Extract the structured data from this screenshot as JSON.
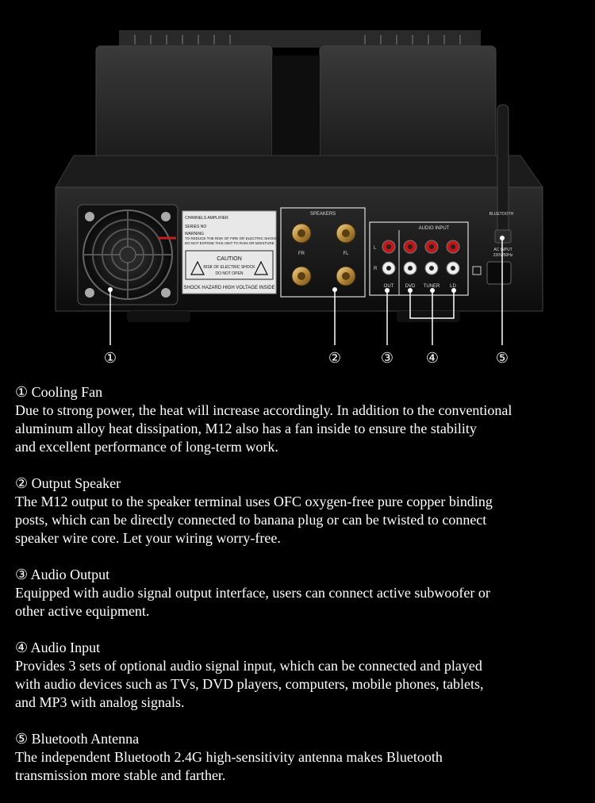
{
  "panel": {
    "label_channels": "CHANNELS AMPLIFIER",
    "label_series": "SERIES NO",
    "label_warning": "WARNING",
    "label_warn1": "TO REDUCE THE RISK OF FIRE OR ELECTRIC SHOCK",
    "label_warn2": "DO NOT EXPOSE THIS UNIT TO RAIN OR MOISTURE",
    "caution": "CAUTION",
    "caution1": "RISK OF ELECTRIC SHOCK",
    "caution2": "DO NOT OPEN",
    "shock_hazard": "SHOCK HAZARD HIGH VOLTAGE INSIDE",
    "speakers": "SPEAKERS",
    "fr": "FR",
    "fl": "FL",
    "audio_input": "AUDIO INPUT",
    "ch_l": "L",
    "ch_r": "R",
    "out": "OUT",
    "dvd": "DVD",
    "tuner": "TUNER",
    "ld": "LD",
    "bluetooth": "BLUETOOTH",
    "ac_input": "AC INPUT",
    "ac_spec": "220V/50Hz"
  },
  "callouts": [
    "①",
    "②",
    "③",
    "④",
    "⑤"
  ],
  "features": [
    {
      "title": "① Cooling Fan",
      "lines": [
        "Due to strong power, the heat will increase accordingly. In addition to the conventional",
        "aluminum alloy heat dissipation, M12 also has a fan inside to ensure the stability",
        "and excellent performance of long-term work."
      ]
    },
    {
      "title": "② Output Speaker",
      "lines": [
        "The M12 output to the speaker terminal uses OFC oxygen-free pure copper binding",
        "posts, which can be directly connected to banana plug or can be twisted to connect",
        "speaker wire core. Let your wiring worry-free."
      ]
    },
    {
      "title": "③ Audio Output",
      "lines": [
        "Equipped with audio signal output interface, users can connect active subwoofer or",
        "other active equipment."
      ]
    },
    {
      "title": "④ Audio Input",
      "lines": [
        "Provides 3 sets of optional audio signal input, which can be connected and played",
        "with audio devices such as TVs, DVD players, computers, mobile phones, tablets,",
        "and MP3 with analog signals."
      ]
    },
    {
      "title": "⑤ Bluetooth Antenna",
      "lines": [
        "The independent Bluetooth 2.4G high-sensitivity antenna makes Bluetooth",
        "transmission more stable and farther."
      ]
    }
  ]
}
